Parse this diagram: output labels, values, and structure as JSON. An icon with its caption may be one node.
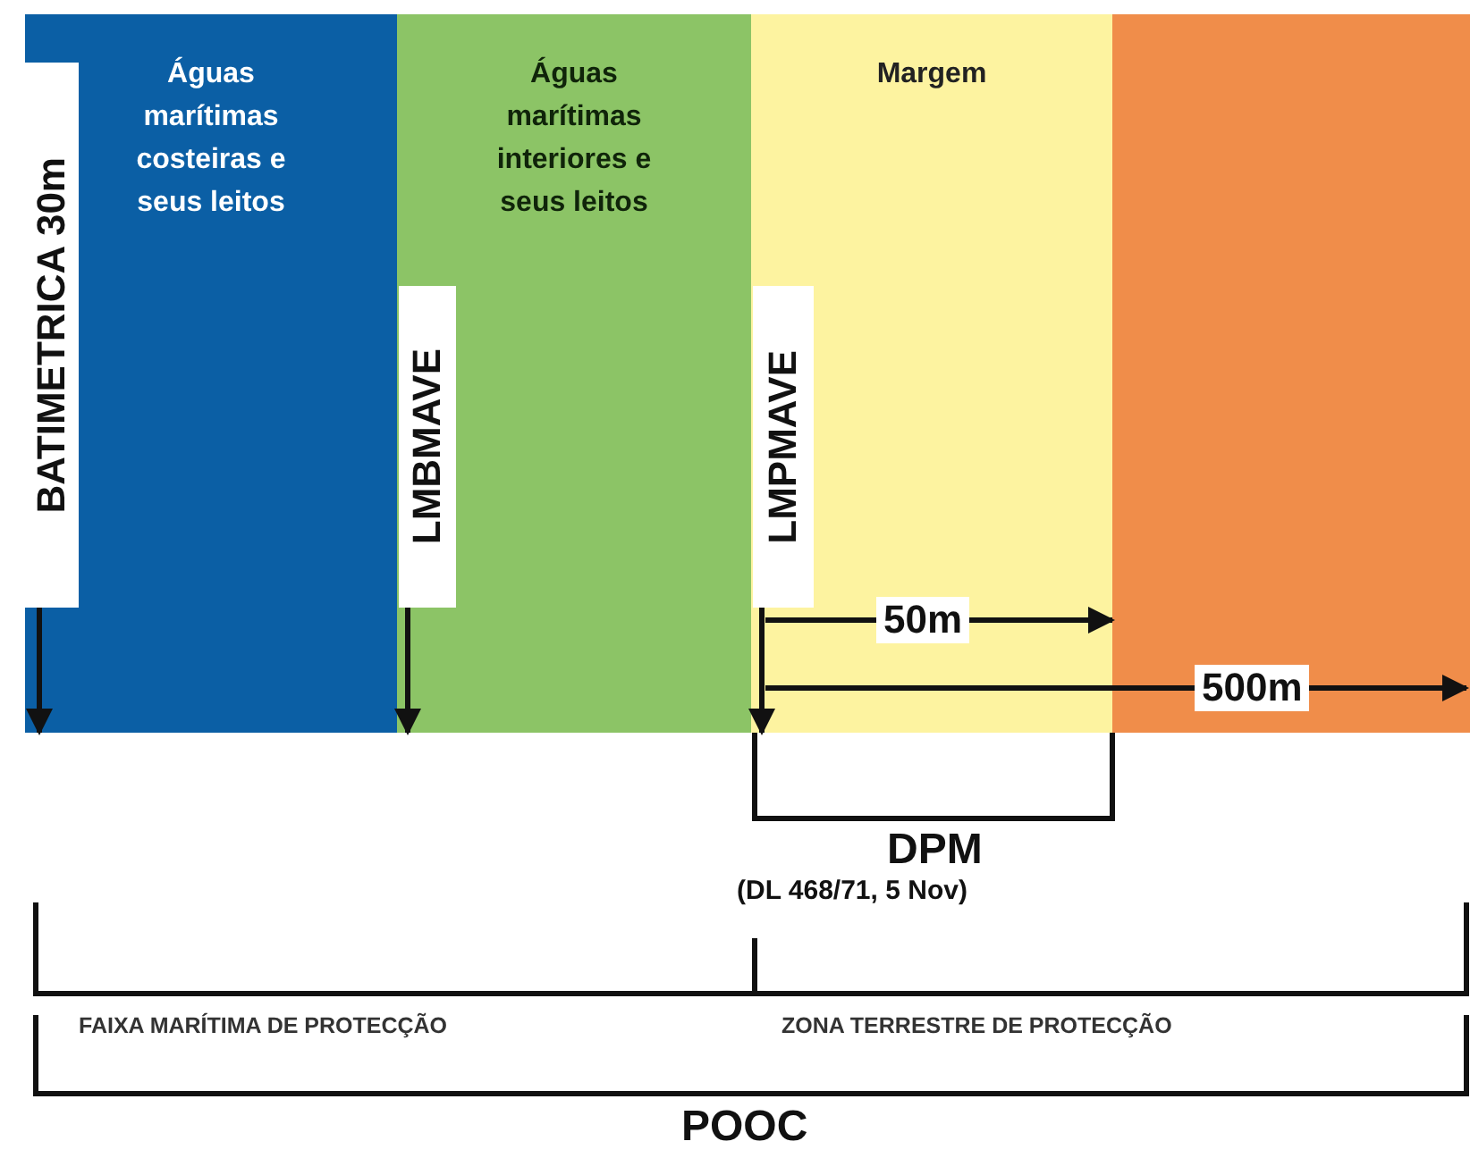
{
  "diagram": {
    "nodes": [
      {
        "text": [
          "Águas marítimas costeiras e seus leitos"
        ]
      },
      {
        "text": [
          "Águas marítimas interiores e seus leitos"
        ]
      },
      {
        "text": [
          "Margem"
        ]
      },
      {
        "text": [],
        "shape": "box"
      },
      {
        "text": [
          "BATIMETRICA 30m"
        ],
        "in": 0
      },
      {
        "text": [
          "LMBMAVE"
        ],
        "in": 1
      },
      {
        "text": [
          "LMPMAVE"
        ],
        "in": 2
      }
    ],
    "edges": [
      {
        "from": 4,
        "to": 0,
        "arrow": "to"
      },
      {
        "from": 5,
        "to": 1,
        "arrow": "to"
      },
      {
        "from": 6,
        "to": 2,
        "arrow": "to"
      },
      {
        "from": 6,
        "to": 3,
        "arrow": "to",
        "label": "50m"
      },
      {
        "from": 6,
        "to": 3,
        "arrow": "to",
        "label": "500m"
      }
    ],
    "labels": [
      "DPM",
      "(DL 468/71, 5 Nov)",
      "FAIXA MARÍTIMA DE PROTECÇÃO",
      "ZONA TERRESTRE DE PROTECÇÃO",
      "POOC"
    ]
  }
}
